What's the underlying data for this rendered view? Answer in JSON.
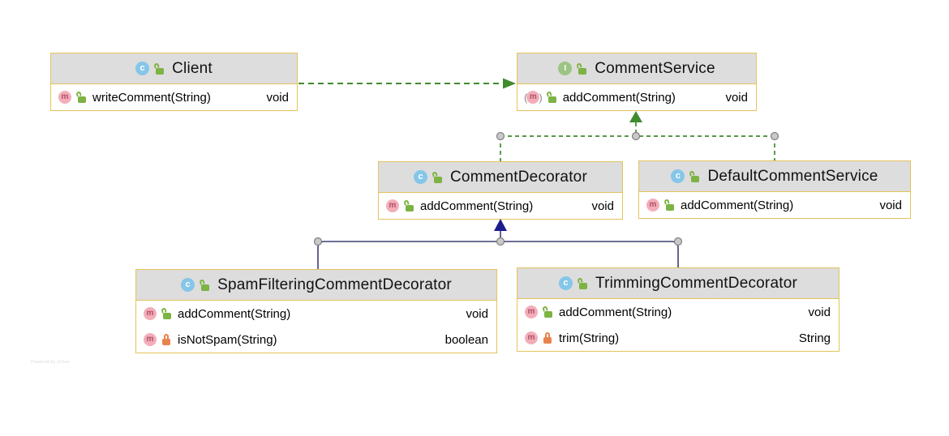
{
  "diagram": {
    "watermark": "Powered by yFiles",
    "colors": {
      "node_border": "#E3C45C",
      "header_bg": "#DDDDDD",
      "body_bg": "#FFFFFF",
      "edge_green": "#3F8B2E",
      "inherit_line": "#3E3E73",
      "inherit_fill": "#1C1C8C",
      "junction_fill": "#C9C9C9",
      "junction_stroke": "#808080",
      "class_icon": "#85C6E9",
      "iface_icon": "#9CC483",
      "method_icon": "#F3ADB9",
      "method_letter": "#AD5068",
      "public_lock": "#7CB342",
      "private_lock": "#E8834E"
    },
    "icons": {
      "class_letter": "c",
      "interface_letter": "I",
      "method_letter": "m",
      "abstract_open": "(",
      "abstract_close": ")"
    },
    "classes": [
      {
        "name": "Client",
        "kind": "class",
        "methods": [
          {
            "name": "writeComment(String)",
            "type": "void",
            "visibility": "public"
          }
        ]
      },
      {
        "name": "CommentService",
        "kind": "interface",
        "methods": [
          {
            "name": "addComment(String)",
            "type": "void",
            "visibility": "public",
            "abstract": true
          }
        ]
      },
      {
        "name": "CommentDecorator",
        "kind": "class",
        "methods": [
          {
            "name": "addComment(String)",
            "type": "void",
            "visibility": "public"
          }
        ]
      },
      {
        "name": "DefaultCommentService",
        "kind": "class",
        "methods": [
          {
            "name": "addComment(String)",
            "type": "void",
            "visibility": "public"
          }
        ]
      },
      {
        "name": "SpamFilteringCommentDecorator",
        "kind": "class",
        "methods": [
          {
            "name": "addComment(String)",
            "type": "void",
            "visibility": "public"
          },
          {
            "name": "isNotSpam(String)",
            "type": "boolean",
            "visibility": "private"
          }
        ]
      },
      {
        "name": "TrimmingCommentDecorator",
        "kind": "class",
        "methods": [
          {
            "name": "addComment(String)",
            "type": "void",
            "visibility": "public"
          },
          {
            "name": "trim(String)",
            "type": "String",
            "visibility": "private"
          }
        ]
      }
    ],
    "relations": [
      {
        "from": "Client",
        "to": "CommentService",
        "type": "dependency"
      },
      {
        "from": "CommentDecorator",
        "to": "CommentService",
        "type": "realization"
      },
      {
        "from": "DefaultCommentService",
        "to": "CommentService",
        "type": "realization"
      },
      {
        "from": "SpamFilteringCommentDecorator",
        "to": "CommentDecorator",
        "type": "inheritance"
      },
      {
        "from": "TrimmingCommentDecorator",
        "to": "CommentDecorator",
        "type": "inheritance"
      }
    ]
  }
}
